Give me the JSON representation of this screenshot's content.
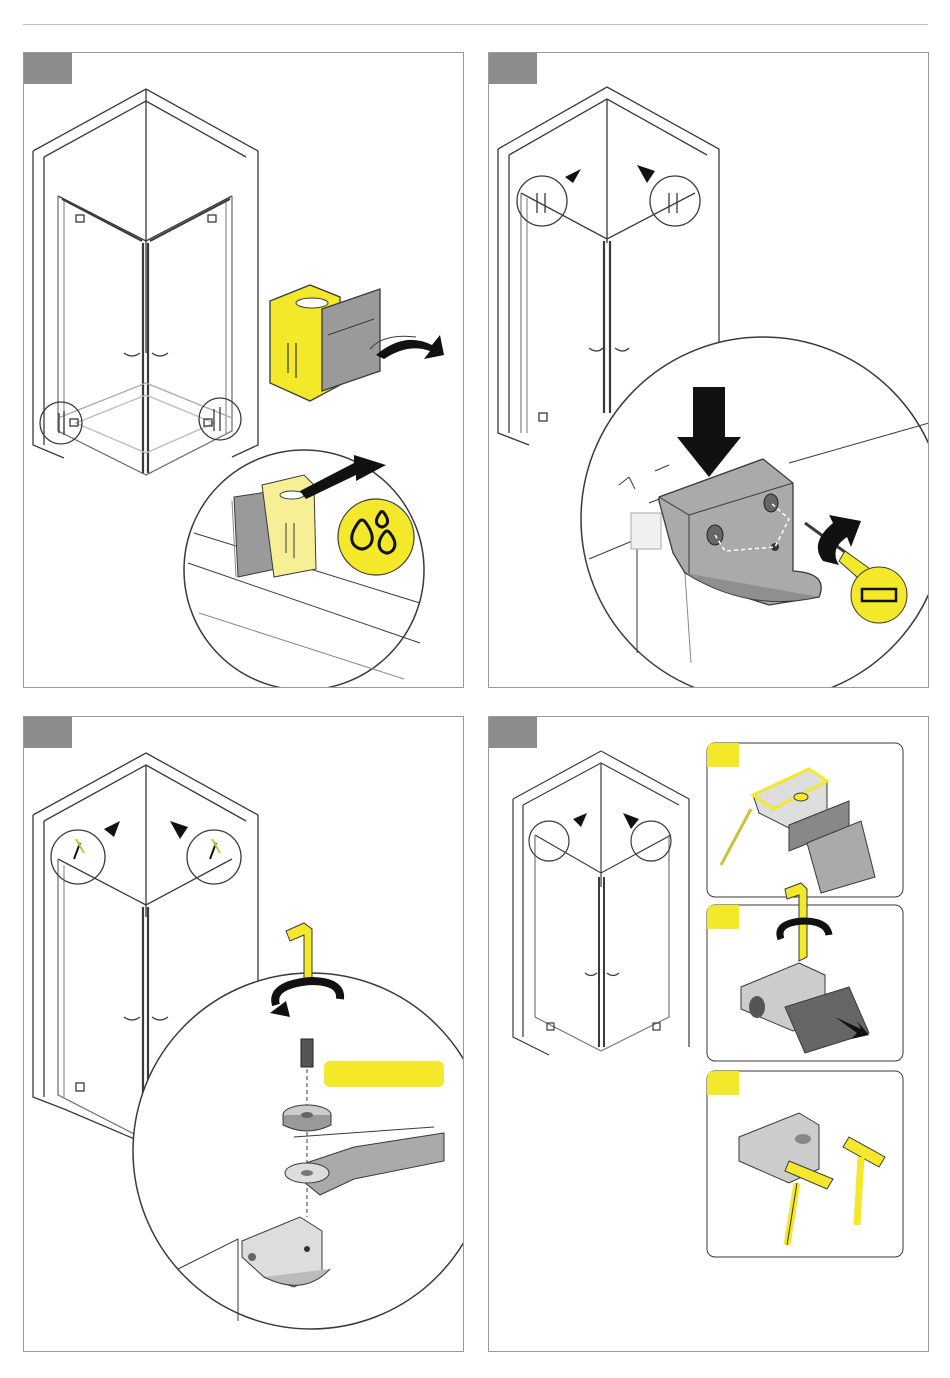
{
  "colors": {
    "accent_yellow": "#f4e82a",
    "step_tab_gray": "#8c8c8c",
    "line": "#3a3a3a",
    "frame_border": "#9a9a9a"
  },
  "panels": [
    {
      "id": "step-1",
      "illustration": "seal-strip-application",
      "icons": [
        "water-drops-icon",
        "arrow-icon"
      ]
    },
    {
      "id": "step-2",
      "illustration": "wall-bracket-fastening",
      "icons": [
        "screwdriver-icon",
        "flat-screwdriver-symbol-icon",
        "rotate-arrow-icon"
      ]
    },
    {
      "id": "step-3",
      "illustration": "hex-key-bolt-assembly",
      "icons": [
        "hex-key-icon",
        "rotate-arrow-icon"
      ]
    },
    {
      "id": "step-4",
      "illustration": "removal-sequence",
      "icons": [
        "hammer-icon",
        "hex-key-icon",
        "rotate-arrow-icon"
      ]
    }
  ]
}
